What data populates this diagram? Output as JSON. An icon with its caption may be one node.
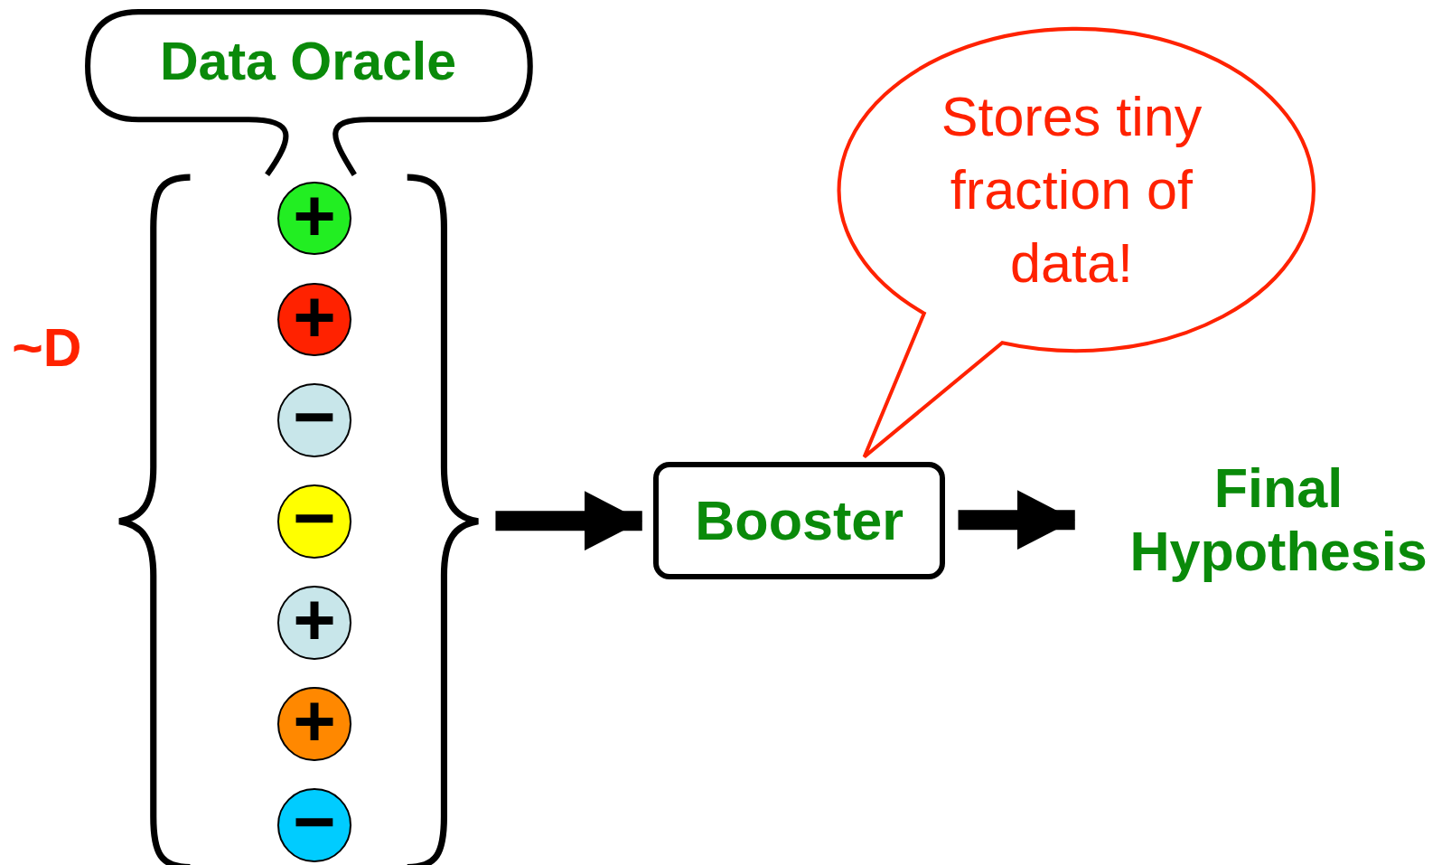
{
  "diagram": {
    "nodes": [
      {
        "text": [
          "Data Oracle"
        ]
      },
      {
        "text": [],
        "shape": "brace",
        "beside": [
          "~D"
        ]
      },
      {
        "text": [
          "+"
        ],
        "in": 1
      },
      {
        "text": [
          "+"
        ],
        "in": 1
      },
      {
        "text": [
          "−"
        ],
        "in": 1
      },
      {
        "text": [
          "−"
        ],
        "in": 1
      },
      {
        "text": [
          "+"
        ],
        "in": 1
      },
      {
        "text": [
          "+"
        ],
        "in": 1
      },
      {
        "text": [
          "−"
        ],
        "in": 1
      },
      {
        "text": [
          "Booster"
        ]
      },
      {
        "text": [
          "Stores tiny fraction of data!"
        ]
      },
      {
        "text": [
          "Final Hypothesis"
        ]
      }
    ],
    "edges": [
      {
        "from": 1,
        "to": 9,
        "arrow": "to"
      },
      {
        "from": 9,
        "to": 11,
        "arrow": "to"
      }
    ]
  }
}
